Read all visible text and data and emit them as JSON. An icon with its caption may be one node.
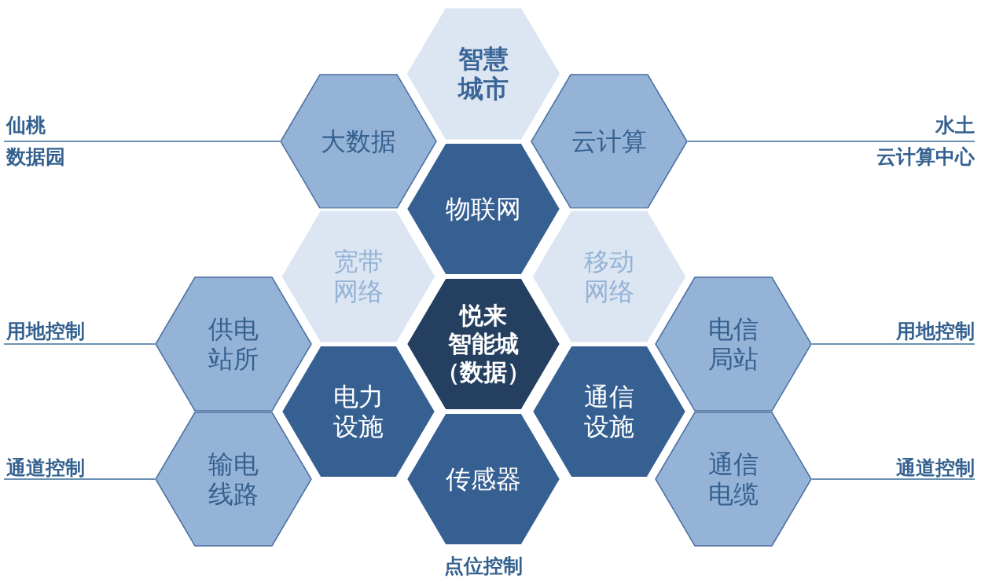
{
  "diagram": {
    "nodes": [
      {
        "text": [
          "智慧城市"
        ]
      },
      {
        "text": [
          "仙桃",
          "数据园"
        ]
      },
      {
        "text": [
          "大数据"
        ]
      },
      {
        "text": [
          "云计算"
        ]
      },
      {
        "text": [
          "水土",
          "云计算中心"
        ]
      },
      {
        "text": [
          "物联网"
        ]
      },
      {
        "text": [
          "宽带网络"
        ]
      },
      {
        "text": [
          "移动网络"
        ]
      },
      {
        "text": [
          "用地控制"
        ]
      },
      {
        "text": [
          "供电站所"
        ]
      },
      {
        "text": [
          "悦来智能城（数据）"
        ]
      },
      {
        "text": [
          "电信局站"
        ]
      },
      {
        "text": [
          "用地控制"
        ]
      },
      {
        "text": [
          "电力设施"
        ]
      },
      {
        "text": [
          "通信设施"
        ]
      },
      {
        "text": [
          "通道控制"
        ]
      },
      {
        "text": [
          "输电线路"
        ]
      },
      {
        "text": [
          "传感器"
        ]
      },
      {
        "text": [
          "通信电缆"
        ]
      },
      {
        "text": [
          "通道控制"
        ]
      }
    ],
    "edges": [
      {
        "from": 1,
        "to": 2,
        "arrow": "none"
      },
      {
        "from": 4,
        "to": 3,
        "arrow": "none"
      },
      {
        "from": 8,
        "to": 9,
        "arrow": "none"
      },
      {
        "from": 12,
        "to": 11,
        "arrow": "none"
      },
      {
        "from": 15,
        "to": 16,
        "arrow": "none"
      },
      {
        "from": 19,
        "to": 18,
        "arrow": "none"
      }
    ],
    "labels": [
      "点位控制"
    ]
  }
}
